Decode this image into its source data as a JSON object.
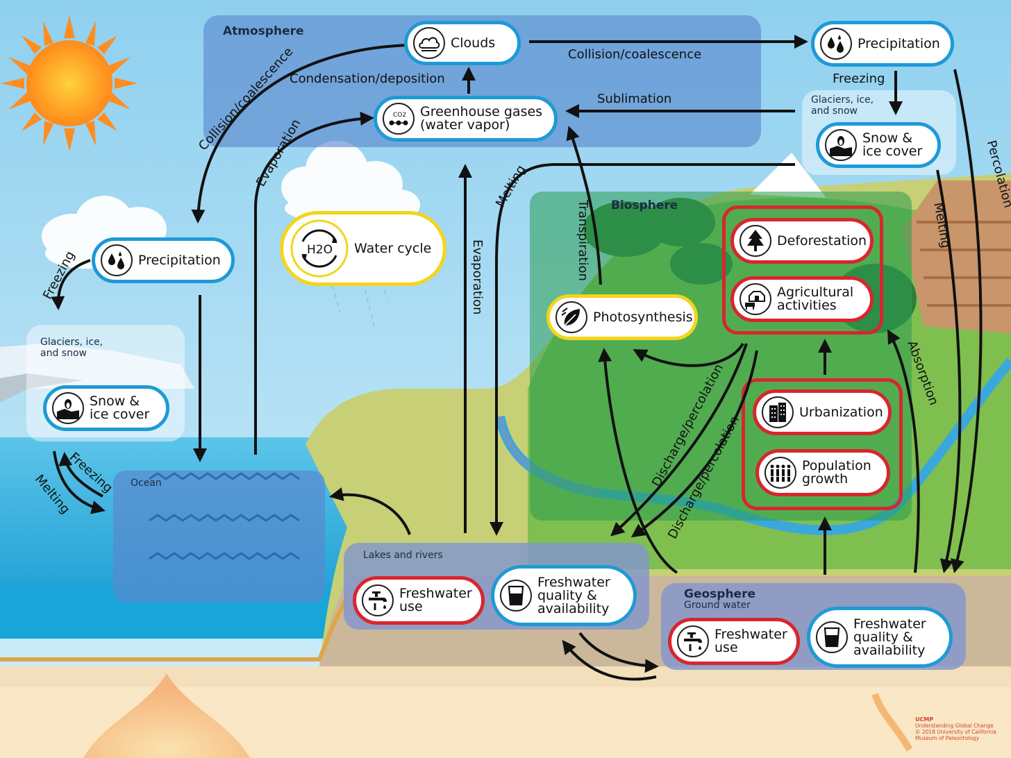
{
  "regions": {
    "atmosphere": "Atmosphere",
    "biosphere": "Biosphere",
    "geosphere": "Geosphere",
    "geosphere_sub": "Ground water",
    "ocean": "Ocean",
    "lakes": "Lakes and rivers",
    "glaciers_left": "Glaciers, ice,\nand snow",
    "glaciers_right": "Glaciers, ice,\nand snow"
  },
  "nodes": {
    "clouds": "Clouds",
    "ghg": "Greenhouse gases\n(water vapor)",
    "precip_right": "Precipitation",
    "precip_left": "Precipitation",
    "snow_right": "Snow &\nice cover",
    "snow_left": "Snow &\nice cover",
    "water_cycle": "Water cycle",
    "photosynthesis": "Photosynthesis",
    "deforestation": "Deforestation",
    "agriculture": "Agricultural\nactivities",
    "urbanization": "Urbanization",
    "population": "Population\ngrowth",
    "fw_use_lakes": "Freshwater\nuse",
    "fw_quality_lakes": "Freshwater\nquality &\navailability",
    "fw_use_geo": "Freshwater\nuse",
    "fw_quality_geo": "Freshwater\nquality &\navailability"
  },
  "icon_text": {
    "co2": "CO2",
    "h2o": "H2O"
  },
  "arrows": {
    "collision_top": "Collision/coalescence",
    "collision_left": "Collision/coalescence",
    "condensation": "Condensation/deposition",
    "sublimation": "Sublimation",
    "freezing_right": "Freezing",
    "freezing_left": "Freezing",
    "freezing_ocean": "Freezing",
    "melting_ocean": "Melting",
    "evaporation_ocean": "Evaporation",
    "evaporation_lakes": "Evaporation",
    "melting_top": "Melting",
    "melting_right": "Melting",
    "percolation": "Percolation",
    "transpiration": "Transpiration",
    "discharge1": "Discharge/percolation",
    "discharge2": "Discharge/percolation",
    "absorption": "Absorption"
  },
  "credit": {
    "brand": "UCMP",
    "line1": "Understanding Global Change",
    "line2": "© 2018 University of California",
    "line3": "Museum of Paleontology"
  },
  "colors": {
    "sky": "#a9dcf3",
    "ocean": "#3fb6e3",
    "land": "#cfd17c",
    "atmosphere_box": "#6f9ad3",
    "biosphere_box": "#4aa156",
    "geosphere_box": "#8fa3cf",
    "blue_border": "#1e9ad6",
    "red_border": "#d8262e",
    "yellow_border": "#f3d51c"
  }
}
